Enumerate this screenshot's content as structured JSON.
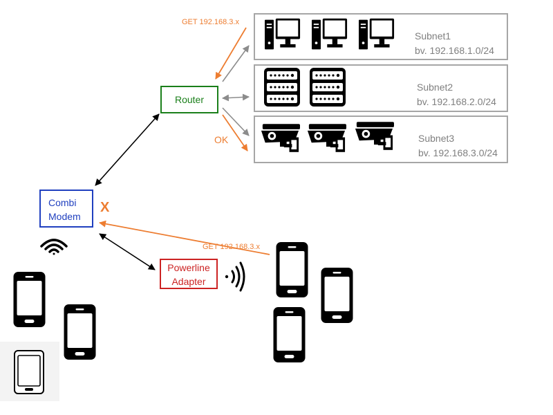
{
  "nodes": {
    "router": "Router",
    "combi_modem": [
      "Combi",
      "Modem"
    ],
    "powerline_adapter": [
      "Powerline",
      "Adapter"
    ]
  },
  "subnets": [
    {
      "name": "Subnet1",
      "range": "bv. 192.168.1.0/24"
    },
    {
      "name": "Subnet2",
      "range": "bv. 192.168.2.0/24"
    },
    {
      "name": "Subnet3",
      "range": "bv. 192.168.3.0/24"
    }
  ],
  "annotations": {
    "get_top": "GET 192.168.3.x",
    "ok": "OK",
    "get_bottom": "GET 192.168.3.x",
    "fail_mark": "X"
  },
  "colors": {
    "router_border": "#1a7f1a",
    "modem_border": "#1f3fbf",
    "powerline_border": "#cc2222",
    "request_arrow": "#ed7d31",
    "subnet_link": "#8c8c8c",
    "link": "#000000",
    "subnet_border": "#a6a6a6"
  },
  "icons": [
    "desktop-computer-icon",
    "server-rack-icon",
    "security-camera-icon",
    "smartphone-icon",
    "tablet-icon",
    "wifi-icon"
  ]
}
